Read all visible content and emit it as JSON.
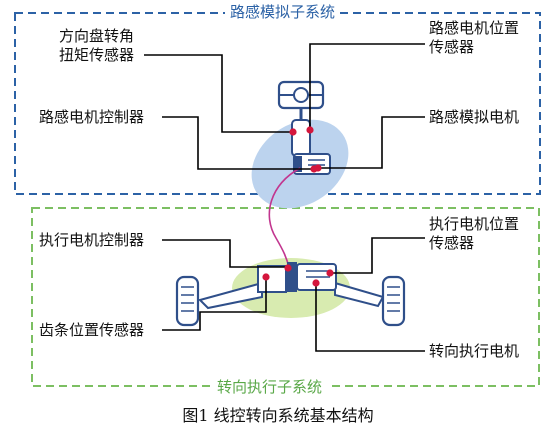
{
  "subsystems": {
    "upper": "路感模拟子系统",
    "lower": "转向执行子系统"
  },
  "labels": {
    "steering_sensor_l1": "方向盘转角",
    "steering_sensor_l2": "扭矩传感器",
    "feel_motor_pos_l1": "路感电机位置",
    "feel_motor_pos_l2": "传感器",
    "feel_motor_controller": "路感电机控制器",
    "feel_motor": "路感模拟电机",
    "exec_motor_pos_l1": "执行电机位置",
    "exec_motor_pos_l2": "传感器",
    "exec_motor_controller": "执行电机控制器",
    "rack_sensor": "齿条位置传感器",
    "steering_motor": "转向执行电机"
  },
  "caption": "图1 线控转向系统基本结构",
  "colors": {
    "upper_border": "#2c62a6",
    "lower_border": "#5aa848",
    "blue_ellipse": "#bcd3ee",
    "green_ellipse": "#d8ebb0",
    "component_outline": "#2f4f8a",
    "wire": "#c2368f",
    "marker": "#d4163c"
  }
}
